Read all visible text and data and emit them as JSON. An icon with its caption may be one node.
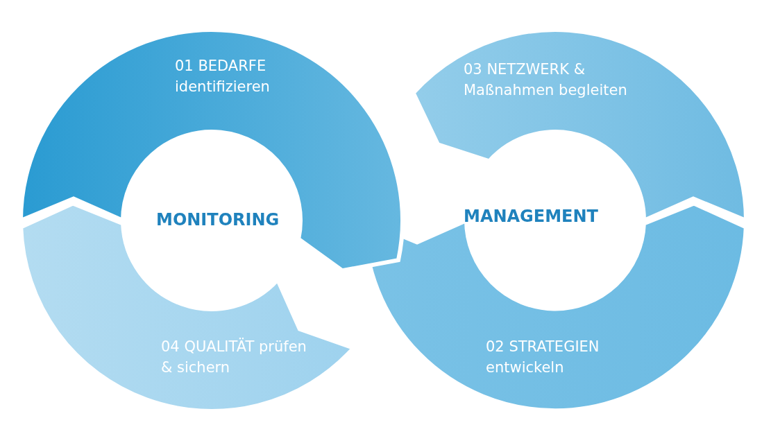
{
  "diagram": {
    "nodes": [
      {
        "text": [
          "01 BEDARFE identifizieren"
        ]
      },
      {
        "text": [
          "03 NETZWERK & Maßnahmen begleiten"
        ]
      },
      {
        "text": [
          "04 QUALITÄT prüfen & sichern"
        ]
      },
      {
        "text": [
          "02 STRATEGIEN entwickeln"
        ]
      }
    ],
    "labels": [
      "MONITORING",
      "MANAGEMENT"
    ]
  }
}
